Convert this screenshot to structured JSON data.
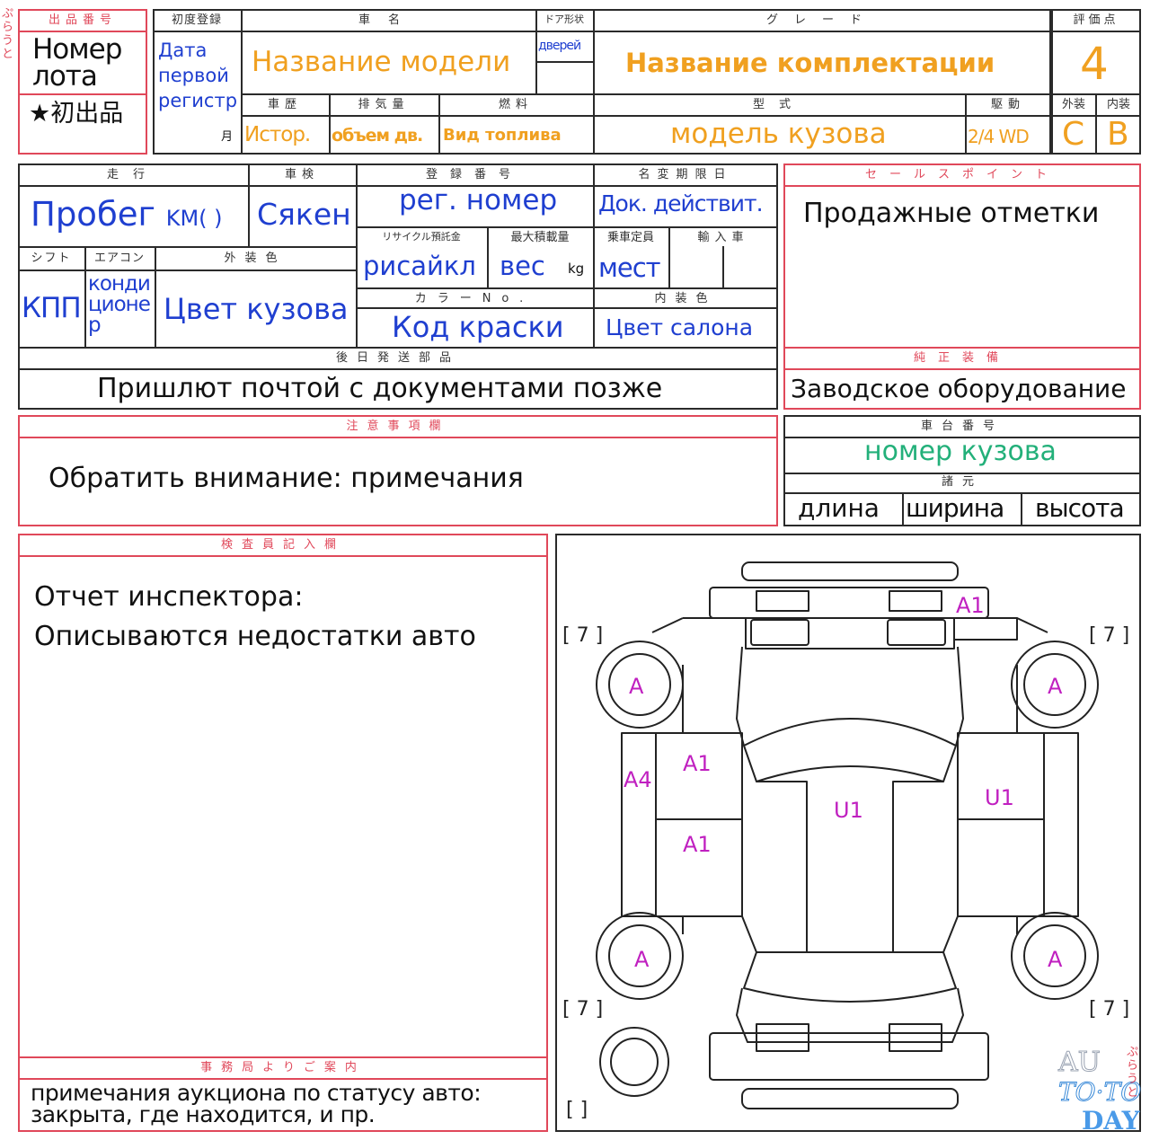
{
  "side_label": "ぷらうと",
  "lot": {
    "header": "出品番号",
    "value": "Номер лота",
    "first_listing": "★初出品"
  },
  "registration": {
    "header": "初度登録",
    "value": "Дата первой регистр",
    "month": "月"
  },
  "model": {
    "header": "車名",
    "value": "Название модели"
  },
  "doors": {
    "header": "ドア形状",
    "value": "дверей"
  },
  "grade": {
    "header": "グレード",
    "value": "Название комплектации"
  },
  "score": {
    "header": "評価点",
    "value": "4"
  },
  "history": {
    "header": "車歴",
    "value": "Истор."
  },
  "displacement": {
    "header": "排気量",
    "value": "объем дв."
  },
  "fuel": {
    "header": "燃料",
    "value": "Вид топлива"
  },
  "body_type": {
    "header": "型式",
    "value": "модель кузова"
  },
  "drive": {
    "header": "駆動",
    "value": "2/4 WD"
  },
  "exterior_grade": {
    "header": "外装",
    "value": "C"
  },
  "interior_grade": {
    "header": "内装",
    "value": "B"
  },
  "mileage": {
    "header": "走行",
    "value": "Пробег",
    "unit": "KM(  )"
  },
  "shaken": {
    "header": "車検",
    "value": "Сякен"
  },
  "reg_number": {
    "header": "登録番号",
    "value": "рег. номер"
  },
  "doc_validity": {
    "header": "名変期限日",
    "value": "Док. действит."
  },
  "recycle": {
    "header": "リサイクル預託金",
    "value": "рисайкл"
  },
  "max_load": {
    "header": "最大積載量",
    "value": "вес",
    "unit": "kg"
  },
  "seats": {
    "header": "乗車定員",
    "value": "мест"
  },
  "import": {
    "header": "輸入車",
    "value": ""
  },
  "shift": {
    "header": "シフト",
    "value": "КПП"
  },
  "aircon": {
    "header": "エアコン",
    "value": "кондиционер"
  },
  "ext_color": {
    "header": "外装色",
    "value": "Цвет кузова"
  },
  "color_no": {
    "header": "カラーNo.",
    "value": "Код краски"
  },
  "int_color": {
    "header": "内装色",
    "value": "Цвет салона"
  },
  "later_parts": {
    "header": "後日発送部品",
    "value": "Пришлют почтой с документами позже"
  },
  "sales_points": {
    "header": "セールスポイント",
    "value": "Продажные отметки"
  },
  "genuine": {
    "header": "純正装備",
    "value": "Заводское оборудование"
  },
  "notes": {
    "header": "注意事項欄",
    "value": "Обратить внимание: примечания"
  },
  "chassis": {
    "header": "車台番号",
    "value": "номер кузова"
  },
  "dimensions": {
    "header": "諸元",
    "length": "длина",
    "width": "ширина",
    "height": "высота"
  },
  "inspector": {
    "header": "検査員記入欄",
    "line1": "Отчет инспектора:",
    "line2": "Описываются недостатки авто"
  },
  "office": {
    "header": "事務局よりご案内",
    "line1": "примечания аукциона по статусу авто:",
    "line2": "закрыта, где находится, и пр."
  },
  "diagram": {
    "marks": {
      "front_bumper": "A1",
      "front_left_wheel": "A",
      "front_right_wheel": "A",
      "rear_left_wheel": "A",
      "rear_right_wheel": "A",
      "left_panel": "A4",
      "left_door_front": "A1",
      "left_door_rear": "A1",
      "roof": "U1",
      "right_panel": "U1"
    },
    "tire_brackets": {
      "front_left": "[ 7 ]",
      "front_right": "[ 7 ]",
      "rear_left": "[ 7 ]",
      "rear_right": "[ 7 ]",
      "spare": "[   ]"
    }
  },
  "watermark": {
    "line1": "AU",
    "line2": "TO·TO",
    "line3": "DAY",
    "side": "ぷらうと"
  }
}
